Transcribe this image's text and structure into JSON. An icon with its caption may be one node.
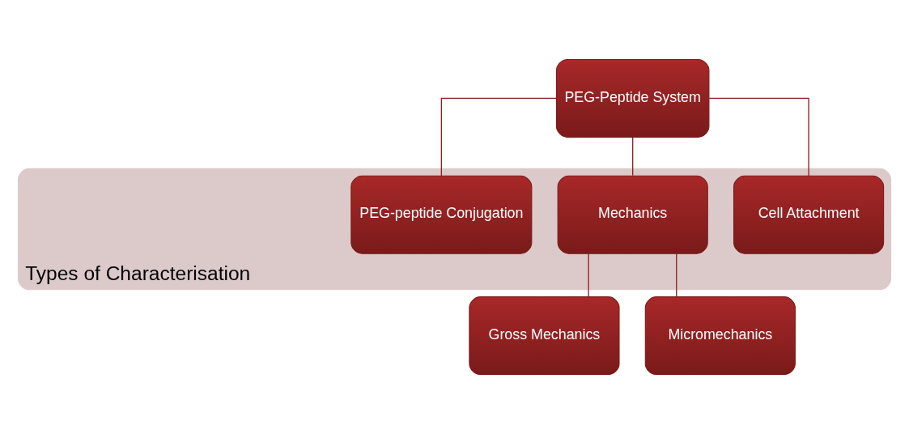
{
  "diagram": {
    "nodes": [
      {
        "text": [
          "PEG-Peptide System"
        ]
      },
      {
        "text": [
          "Types of Characterisation"
        ]
      },
      {
        "text": [
          "PEG-peptide Conjugation"
        ],
        "in": 1
      },
      {
        "text": [
          "Mechanics"
        ],
        "in": 1
      },
      {
        "text": [
          "Cell Attachment"
        ],
        "in": 1
      },
      {
        "text": [
          "Gross Mechanics"
        ]
      },
      {
        "text": [
          "Micromechanics"
        ]
      }
    ],
    "edges": [
      {
        "from": 0,
        "to": 2,
        "arrow": "none"
      },
      {
        "from": 0,
        "to": 3,
        "arrow": "none"
      },
      {
        "from": 0,
        "to": 4,
        "arrow": "none"
      },
      {
        "from": 3,
        "to": 5,
        "arrow": "none"
      },
      {
        "from": 3,
        "to": 6,
        "arrow": "none"
      }
    ]
  }
}
